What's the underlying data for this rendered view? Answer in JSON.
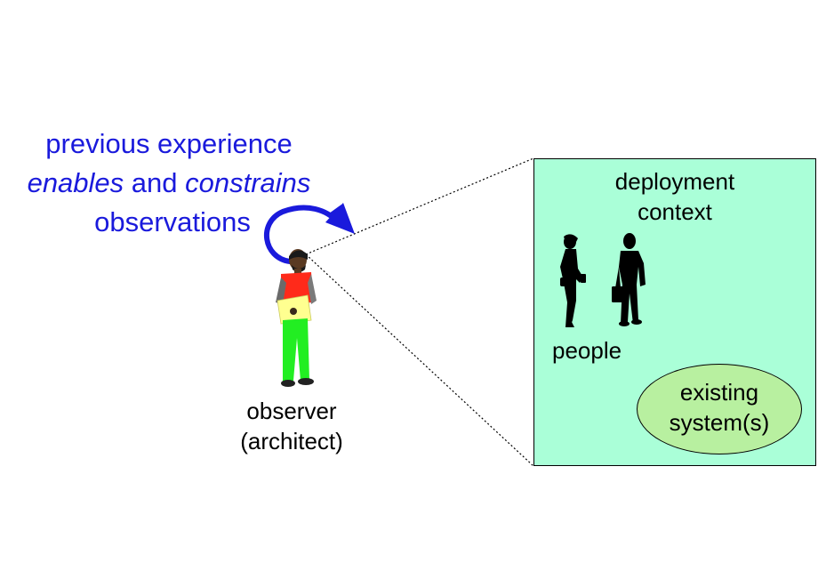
{
  "caption": {
    "line1": "previous experience",
    "line2_part1": "enables",
    "line2_part2": " and ",
    "line2_part3": "constrains",
    "line3": "observations"
  },
  "context": {
    "title_line1": "deployment",
    "title_line2": "context",
    "people_label": "people",
    "system_line1": "existing",
    "system_line2": "system(s)"
  },
  "observer": {
    "line1": "observer",
    "line2": "(architect)"
  },
  "colors": {
    "caption_text": "#1a1adc",
    "context_fill": "#aaffd8",
    "system_fill": "#b8f0a0",
    "arrow": "#1a1adc"
  }
}
